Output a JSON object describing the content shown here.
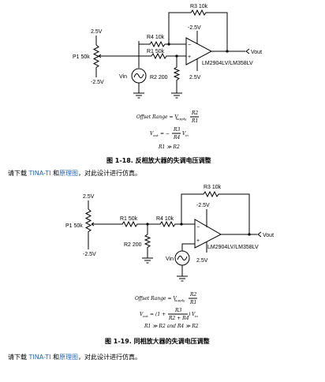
{
  "figure1": {
    "supply_top": "2.5V",
    "supply_bottom": "-2.5V",
    "pot_label": "P1 50k",
    "r3_label": "R3 10k",
    "r4_label": "R4 10k",
    "r1_label": "R1 50k",
    "r2_label": "R2 200",
    "vin_label": "Vin",
    "opamp_neg_supply": "-2.5V",
    "opamp_pos_supply": "2.5V",
    "part_label": "LM2904LV/LM358LV",
    "vout_label": "Vout",
    "eq1_left": "Offset Range = V",
    "eq1_sub": "supply",
    "eq1_num": "R2",
    "eq1_den": "R1",
    "eq2_left": "V",
    "eq2_left_sub": "out",
    "eq2_mid": "= −",
    "eq2_num": "R3",
    "eq2_den": "R4",
    "eq2_right": "V",
    "eq2_right_sub": "in",
    "eq3": "R1 ≫ R2",
    "caption": "图 1-18. 反相放大器的失调电压调整",
    "para_prefix": "请下载 ",
    "para_link1": "TINA-TI",
    "para_mid": " 和",
    "para_link2": "原理图",
    "para_suffix": "，对此设计进行仿真。"
  },
  "figure2": {
    "supply_top": "2.5V",
    "supply_bottom": "-2.5V",
    "pot_label": "P1 50k",
    "r3_label": "R3 10k",
    "r1_label": "R1 50k",
    "r4_label": "R4 10k",
    "r2_label": "R2 200",
    "vin_label": "Vin",
    "opamp_neg_supply": "-2.5V",
    "opamp_pos_supply": "2.5V",
    "part_label": "LM2904LV/LM358LV",
    "vout_label": "Vout",
    "eq1_left": "Offset Range = V",
    "eq1_sub": "supply",
    "eq1_num": "R2",
    "eq1_den": "R1",
    "eq2_left": "V",
    "eq2_left_sub": "out",
    "eq2_mid": "= ",
    "eq2_paren_open": "(1 +",
    "eq2_num": "R3",
    "eq2_den": "R2 + R4",
    "eq2_paren_close": ")",
    "eq2_right": "V",
    "eq2_right_sub": "in",
    "eq3": "R1 ≫ R2 and R4 ≫ R2",
    "caption": "图 1-19. 同相放大器的失调电压调整",
    "para_prefix": "请下载 ",
    "para_link1": "TINA-TI",
    "para_mid": " 和",
    "para_link2": "原理图",
    "para_suffix": "，对此设计进行仿真。"
  }
}
